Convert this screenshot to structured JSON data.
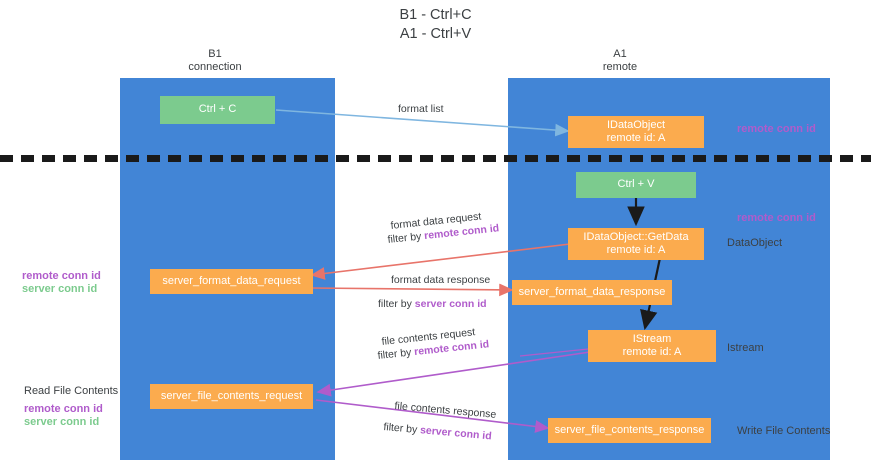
{
  "title": "B1 - Ctrl+C\nA1 - Ctrl+V",
  "columns": {
    "left": "B1\nconnection",
    "right": "A1\nremote"
  },
  "nodes": {
    "ctrl_c": "Ctrl + C",
    "idataobject": "IDataObject\nremote id: A",
    "ctrl_v": "Ctrl + V",
    "getdata": "IDataObject::GetData\nremote id: A",
    "server_format_data_request": "server_format_data_request",
    "server_format_data_response": "server_format_data_response",
    "istream": "IStream\nremote id: A",
    "server_file_contents_request": "server_file_contents_request",
    "server_file_contents_response": "server_file_contents_response"
  },
  "right_labels": {
    "remote_conn_id_top": "remote conn id",
    "remote_conn_id_mid": "remote conn id",
    "dataobject": "DataObject",
    "istream": "Istream",
    "write_file_contents": "Write File Contents"
  },
  "left_labels": {
    "remote_conn_id": "remote conn id",
    "server_conn_id": "server conn id",
    "read_file_contents": "Read File Contents",
    "remote_conn_id_2": "remote conn id",
    "server_conn_id_2": "server conn id"
  },
  "edges": {
    "format_list": "format list",
    "format_data_request": "format data request",
    "filter_by_remote_1_prefix": "filter by ",
    "filter_by_remote_1_kw": "remote conn id",
    "format_data_response": "format data response",
    "filter_by_server_1_prefix": "filter by ",
    "filter_by_server_1_kw": "server conn id",
    "file_contents_request": "file contents request",
    "filter_by_remote_2_prefix": "filter by ",
    "filter_by_remote_2_kw": "remote conn id",
    "file_contents_response": "file contents response",
    "filter_by_server_2_prefix": "filter by ",
    "filter_by_server_2_kw": "server conn id"
  },
  "colors": {
    "lane": "#4285d6",
    "green_node": "#7ccb8e",
    "orange_node": "#fbab4e",
    "remote_keyword": "#b05ccb",
    "server_keyword": "#7ccb8e",
    "arrow_blue": "#9fc8ea",
    "arrow_red": "#e8746a",
    "arrow_purple": "#b05ccb",
    "arrow_black": "#1a1a1a",
    "dashed_divider": "#1a1a1a"
  }
}
